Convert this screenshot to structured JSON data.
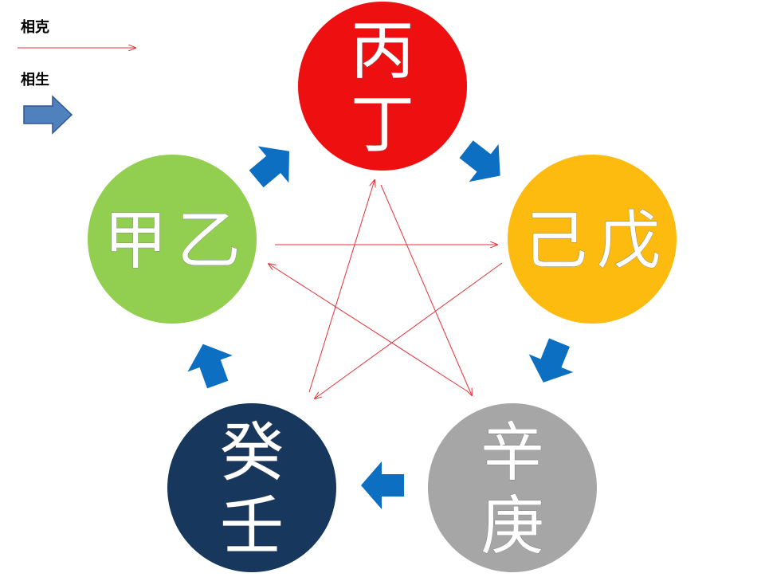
{
  "legend": {
    "ke_label": "相克",
    "sheng_label": "相生",
    "ke_line_color": "#e3323a",
    "sheng_arrow_color": "#4f81bd"
  },
  "colors": {
    "ke_line": "#e3323a",
    "sheng_arrow": "#0c6fc1"
  },
  "nodes": [
    {
      "id": "fire",
      "chars": [
        "丙",
        "丁"
      ],
      "orientation": "vertical",
      "color": "#ee1010"
    },
    {
      "id": "earth",
      "chars": [
        "己",
        "戊"
      ],
      "orientation": "horizontal",
      "color": "#fdbb10"
    },
    {
      "id": "metal",
      "chars": [
        "辛",
        "庚"
      ],
      "orientation": "vertical",
      "color": "#a6a6a6"
    },
    {
      "id": "water",
      "chars": [
        "癸",
        "壬"
      ],
      "orientation": "vertical",
      "color": "#17375d"
    },
    {
      "id": "wood",
      "chars": [
        "甲",
        "乙"
      ],
      "orientation": "horizontal",
      "color": "#92cf50"
    }
  ],
  "sheng_cycle": [
    [
      "fire",
      "earth"
    ],
    [
      "earth",
      "metal"
    ],
    [
      "metal",
      "water"
    ],
    [
      "water",
      "wood"
    ],
    [
      "wood",
      "fire"
    ]
  ],
  "ke_cycle": [
    [
      "wood",
      "earth"
    ],
    [
      "earth",
      "water"
    ],
    [
      "water",
      "fire"
    ],
    [
      "fire",
      "metal"
    ],
    [
      "metal",
      "wood"
    ]
  ]
}
